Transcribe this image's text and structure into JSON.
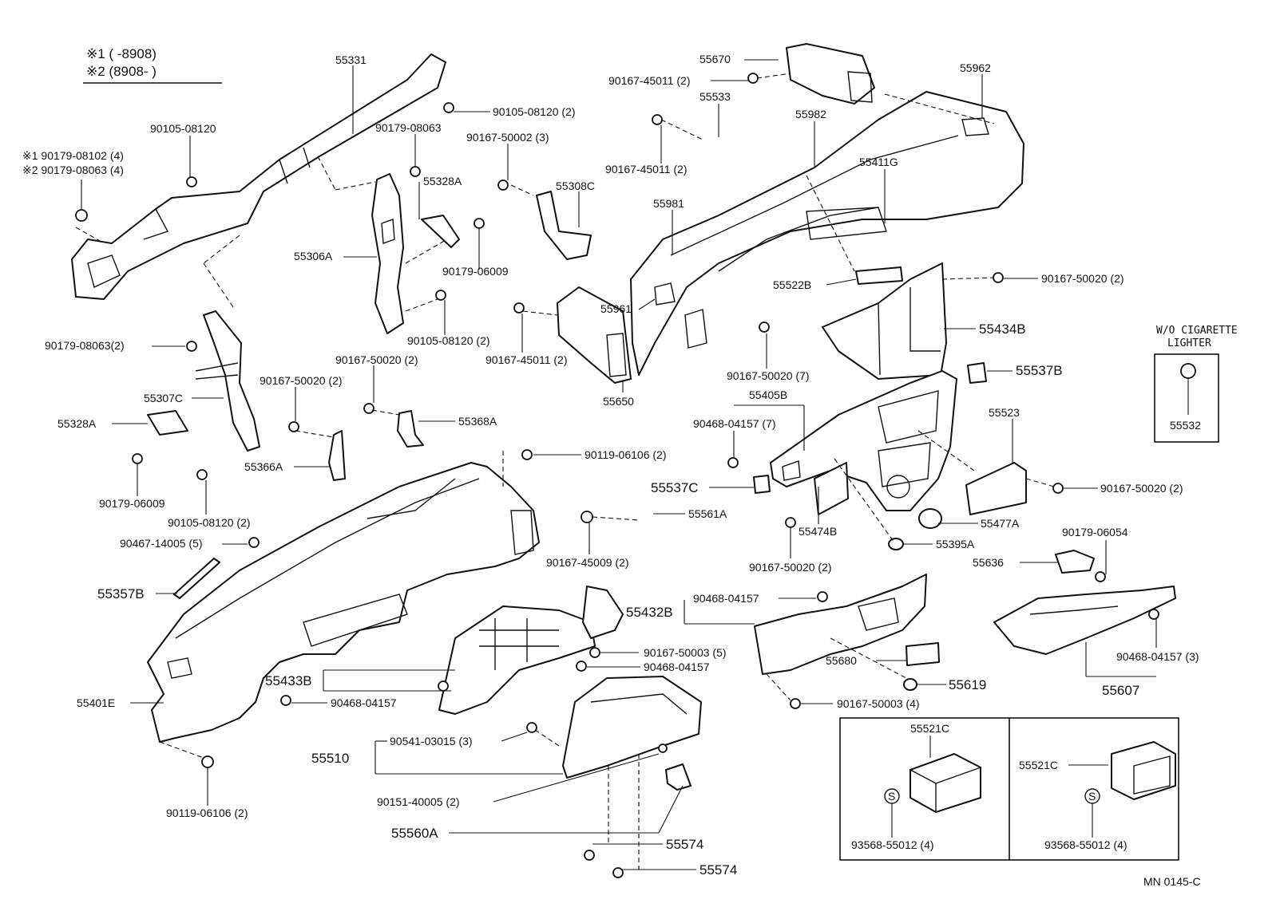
{
  "legend": {
    "line1": "※1 (      -8908)",
    "line2": "※2 (8908-        )"
  },
  "wo_box": {
    "title_line1": "W/O CIGARETTE",
    "title_line2": "LIGHTER",
    "part": "55532"
  },
  "inset": {
    "left_part": "55521C",
    "left_screw": "93568-55012 (4)",
    "right_part": "55521C",
    "right_screw": "93568-55012 (4)",
    "s_mark": "S"
  },
  "diagram_code": "MN  0145-C",
  "labels": {
    "p55331": "55331",
    "p90105_08120_top": "90105-08120 (2)",
    "p90105_08120_a": "90105-08120",
    "p90179_08102": "※1 90179-08102 (4)",
    "p90179_08063_4": "※2 90179-08063 (4)",
    "p90179_08063_mid": "90179-08063",
    "p55328A_top": "55328A",
    "p55306A": "55306A",
    "p90179_06009_mid": "90179-06009",
    "p90105_08120_mid": "90105-08120 (2)",
    "p90179_08063_2": "90179-08063(2)",
    "p55307C": "55307C",
    "p55328A_left": "55328A",
    "p90179_06009_low": "90179-06009",
    "p90105_08120_low": "90105-08120 (2)",
    "p90167_50020_a": "90167-50020 (2)",
    "p90167_50020_b": "90167-50020 (2)",
    "p55366A": "55366A",
    "p55368A": "55368A",
    "p90167_50002": "90167-50002 (3)",
    "p55308C": "55308C",
    "p90167_45011_mid": "90167-45011 (2)",
    "p55650": "55650",
    "p55961": "55961",
    "p55670": "55670",
    "p90167_45011_top": "90167-45011 (2)",
    "p55533": "55533",
    "p90167_45011_b": "90167-45011 (2)",
    "p55962": "55962",
    "p55982": "55982",
    "p55411G": "55411G",
    "p55981": "55981",
    "p55522B": "55522B",
    "p90167_50020_r": "90167-50020 (2)",
    "p55434B": "55434B",
    "p90167_50020_7": "90167-50020 (7)",
    "p55405B": "55405B",
    "p90468_04157_7": "90468-04157 (7)",
    "p55537B": "55537B",
    "p55523": "55523",
    "p55537C": "55537C",
    "p90167_50020_rr": "90167-50020 (2)",
    "p55477A": "55477A",
    "p55474B": "55474B",
    "p90167_50020_c": "90167-50020 (2)",
    "p55395A": "55395A",
    "p90119_06106_top": "90119-06106 (2)",
    "p55561A": "55561A",
    "p90467_14005": "90467-14005 (5)",
    "p90167_45009": "90167-45009 (2)",
    "p55357B": "55357B",
    "p90179_06054": "90179-06054",
    "p55636": "55636",
    "p90468_04157_r": "90468-04157",
    "p55432B": "55432B",
    "p90167_50003_5": "90167-50003 (5)",
    "p90468_04157_m": "90468-04157",
    "p55433B": "55433B",
    "p90468_04157_l": "90468-04157",
    "p55680": "55680",
    "p55619": "55619",
    "p90167_50003_4": "90167-50003 (4)",
    "p90468_04157_3": "90468-04157 (3)",
    "p55607": "55607",
    "p55401E": "55401E",
    "p90541_03015": "90541-03015 (3)",
    "p55510": "55510",
    "p90151_40005": "90151-40005 (2)",
    "p55560A": "55560A",
    "p55574_a": "55574",
    "p55574_b": "55574",
    "p90119_06106_low": "90119-06106 (2)"
  }
}
